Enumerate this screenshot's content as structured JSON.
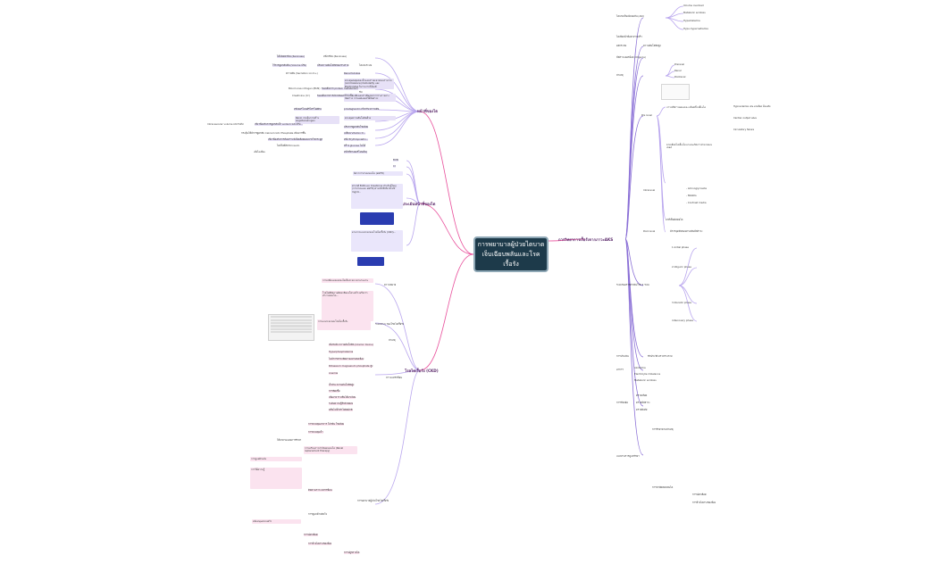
{
  "central": {
    "title": "การพยาบาลผู้ป่วยไตบาดเจ็บเฉียบพลันและโรคเรื้อรัง"
  },
  "branches": {
    "kidney_function": "หน้าที่ของไต",
    "kidney_eval": "การประเมินหน้าที่ของไต",
    "ckd": "โรคไตเรื้อรัง (CKD)",
    "aki": "การวิทยาการเรื้อรังจากภาวะAKS"
  },
  "left_top": {
    "l1": "ไต้ปล่อยเรนิน (Reninase)",
    "l1b": "หลั่งเรนิน (Reninase)",
    "l2": "ไร้การดูดกลับคืน (Volume ปรับ)",
    "l2b": "ปรับความดันโลหิตของร่างกาย",
    "l2c": "ไตและระบบ",
    "l3": "ความดัน (Secretion ion K+)",
    "l3b": "Renal tubules",
    "l4": "ควบคุมสมดุลของน้ำและสารละลายของร่างกาย (Acid balance) Osmolality และ Electrolytes ในร่างกายให้คงที่",
    "l5": "Blood urea nitrogen (BUN)",
    "l5b": "ของเสียจาก protein metabolism",
    "l5c": "ขับ",
    "l5d": "กำจัดของเสียและสารพิษออกจากร่างกายทางปัสสาวะ การแสดงออกให้ปัสสาวะ",
    "l6": "Creatinine (Cr)",
    "l6b": "ของเสียจากการสลายของกล้ามเนื้อ",
    "l7": "หลั่งฮอร์โมนอีริโทรโพอิติน",
    "l7b": "prostaglandin เกี่ยวกับ ความดัน",
    "l8": "Renin กระตุ้นการสร้าง angiotensinogen",
    "l8b": "ควบคุมความดันโลหิตด้วย",
    "l9": "เกี่ยวข้องกับการดูดกลับน้ำ sodium และปรับ...",
    "l9b": "ปรับการดูดกลับโซเดียม",
    "l9c": "Intravascular volume และระดับ",
    "l10": "กระตุ้นให้มีการดูดกลับ Calcium และ Phosphate เพิ่มมากขึ้น",
    "l10b": "เปลี่ยน Vitamin D...",
    "l11": "เกี่ยวข้องกับการสังเคราะห์เม็ดเลือดแดงจากไขกระดูก",
    "l11b": "หลั่ง Erythropoietin...",
    "l12": "ไตเป็นที่สลาย Insulin",
    "l12b": "สร้าง glucose ไม่ได้",
    "l13": "เมื่อไตเสื่อม",
    "l13b": "หน้าที่ทางฮอร์โมนอื่นๆ"
  },
  "eval": {
    "e1": "BUN",
    "e2": "Cr",
    "e3": "อัตราการกรองของไต (eGFR)",
    "e4": "ค่าปกติ BUN และ Creatinine สำหรับผู้ใหญ่ (การกรองและ eGFR) ค่าปกติ BUN 10-20 mg/dl...",
    "e5": "ตามการแบ่งระยะของโรคไตเรื้อรัง (CKD)..."
  },
  "ckd": {
    "c1": "การเปลี่ยนแปลงของไตเป็นระยะเวลานานนาน",
    "c1b": "ความหมาย",
    "c2": "โรคไตที่มีความผิดปกติของโครงสร้างหรือการทำงานของไต...",
    "c3": "ระยะต่างๆ ของโรคไตเรื้อรัง",
    "c4": "การแบ่งระยะของโรคไตเรื้อรัง",
    "c5": "สาเหตุ",
    "c6": "ภาวะแทรกซ้อน",
    "c7": "การพยาบาลผู้ป่วยโรคไตเรื้อรัง",
    "items": [
      "เพิ่มระดับ ความดันโลหิต (Uremic toxins)",
      "Hyperphosphatemia",
      "ไม่มีการตรวจติดตามอย่างต่อเนื่อง",
      "Potassium magnesium phosphate สูง",
      "Anemia",
      "น้ำเกิน ความดันโลหิตสูง",
      "การติดเชื้อ",
      "เบื่ออาหาร คลื่นไส้อาเจียน",
      "ระดับความรู้สึกตัวลดลง",
      "คลื่นไฟฟ้าหัวใจผิดปกติ"
    ],
    "n1": "การควบคุมอาหาร โปรตีน โซเดียม",
    "n2": "การควบคุมน้ำ",
    "n3": "ให้ยาตามแผนการรักษา",
    "n4": "การเตรียมการบำบัดทดแทนไต (Renal replacement therapy)",
    "n5": "การดูแลผิวหนัง",
    "n6": "การให้ความรู้",
    "n7": "ติดตามภาวะแทรกซ้อน",
    "n8": "การดูแลด้านจิตใจ",
    "n9": "สนับสนุนครอบครัว",
    "n10": "การฟอกเลือด",
    "n11": "การล้างไตทางช่องท้อง",
    "n12": "การปลูกถ่ายไต"
  },
  "aki": {
    "a1": "ไตบาดเจ็บเฉียบพลัน (AKI)",
    "a1b": "Volume overload",
    "a1c": "Metabolic acidosis",
    "a1d": "Hyperkalemia",
    "a1e": "Hypo-hypernatremia",
    "a2": "ไตเสียหน้าที่อย่างรวดเร็ว",
    "a3": "ผลกระทบ",
    "a3b": "ความดันโลหิตสูง",
    "a4": "ปัสสาวะออกน้อย (Oliguria)",
    "a5": "สาเหตุ",
    "a5a": "Prerenal",
    "a5b": "Renal",
    "a5c": "Postrenal",
    "a6": "Pre renal",
    "a6b": "ภาวะที่มีการลดลงของ เลือดที่ไปเลี้ยงไต",
    "a6c": "Hypovolemia เช่น ตกเลือด ท้องเสีย",
    "a6d": "Cardiac output ลดลง",
    "a6e": "Circulatory failure",
    "a7": "ขาดเลือดไปเลี้ยงไตนานจนเกิดการทำลายของเซลล์",
    "a8": "Intrarenal",
    "a8b": "ยาที่เป็นพิษต่อไต",
    "a8c": "- Aminoglycoside",
    "a8d": "- NSAIDs",
    "a8e": "- Contrast media",
    "a9": "Post renal",
    "a9b": "มีการอุดตันของทางเดินปัสสาวะ",
    "a10": "ระยะของการดำเนินโรค 4 ระยะ",
    "a10a": "1.Initial phase",
    "a10b": "2.Oliguric phase",
    "a10c": "3.Diuretic phase",
    "a10d": "4.Recovery phase",
    "a11": "การประเมิน",
    "a11b": "ซักประวัติ ตรวจร่างกาย",
    "a12": "อาการ",
    "a12a": "Azotemia",
    "a12b": "Electrolyte imbalance",
    "a12c": "Metabolic acidosis",
    "a13": "การวินิจฉัย",
    "a13a": "ตรวจเลือด",
    "a13b": "ตรวจปัสสาวะ",
    "a13c": "ตรวจพิเศษ",
    "a14": "แนวทางการดูแลรักษา",
    "a14a": "การรักษาตามสาเหตุ",
    "a14b": "การบำบัดทดแทนไต",
    "a14c": "การฟอกเลือด",
    "a14d": "การล้างไตทางช่องท้อง"
  },
  "colors": {
    "central": "#1d3a4a",
    "branch_pink": "#e84f9b",
    "branch_purple": "#8a6fd6"
  }
}
